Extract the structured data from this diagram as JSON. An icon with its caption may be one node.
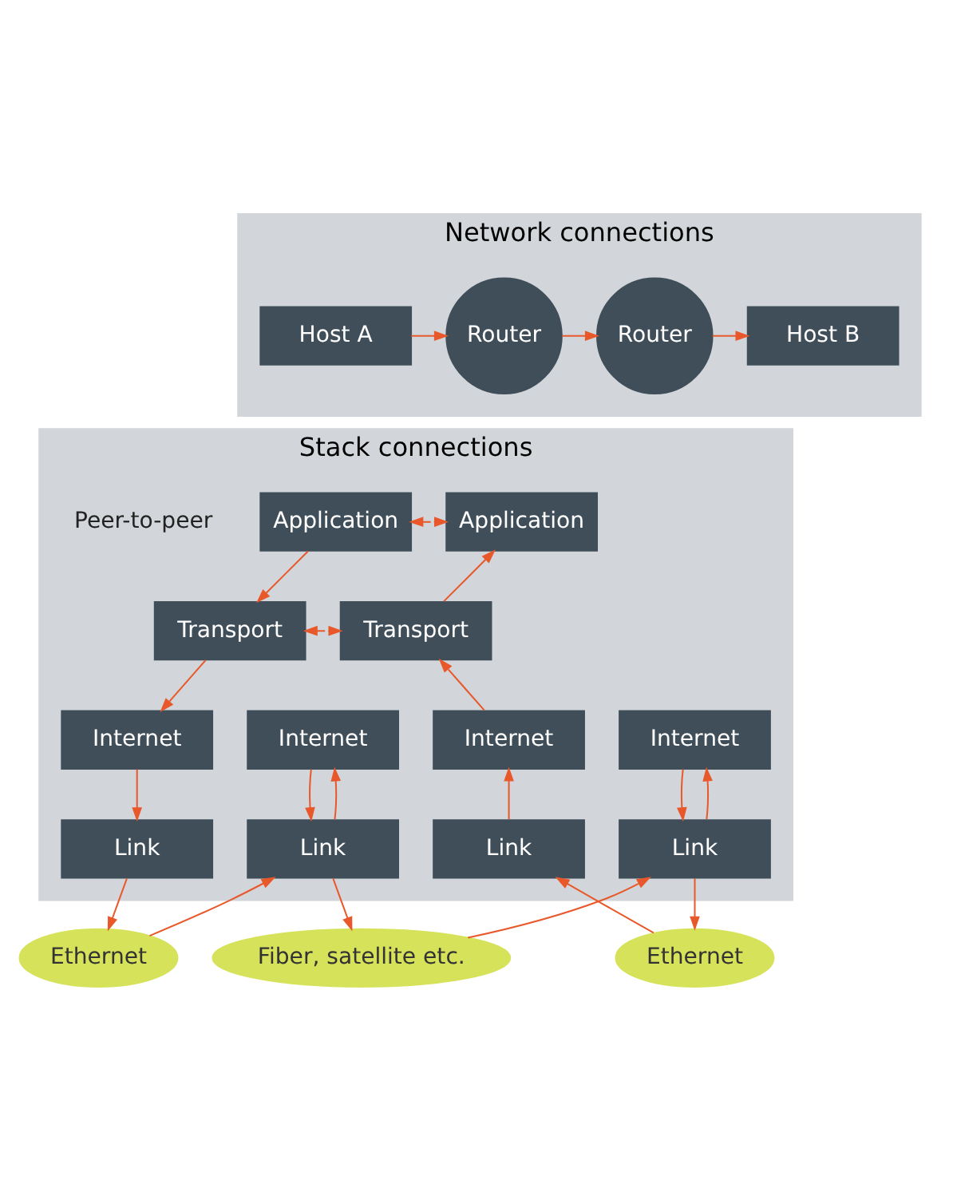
{
  "diagram": {
    "nodes": [
      {
        "text": [
          "Network connections"
        ]
      },
      {
        "text": [
          "Host A"
        ],
        "in": 0
      },
      {
        "text": [
          "Router"
        ],
        "in": 0
      },
      {
        "text": [
          "Router"
        ],
        "in": 0
      },
      {
        "text": [
          "Host B"
        ],
        "in": 0
      },
      {
        "text": [
          "Stack connections"
        ]
      },
      {
        "text": [
          "Application"
        ],
        "in": 5
      },
      {
        "text": [
          "Application"
        ],
        "in": 5
      },
      {
        "text": [
          "Transport"
        ],
        "in": 5
      },
      {
        "text": [
          "Transport"
        ],
        "in": 5
      },
      {
        "text": [
          "Internet"
        ],
        "in": 5
      },
      {
        "text": [
          "Internet"
        ],
        "in": 5
      },
      {
        "text": [
          "Internet"
        ],
        "in": 5
      },
      {
        "text": [
          "Internet"
        ],
        "in": 5
      },
      {
        "text": [
          "Link"
        ],
        "in": 5
      },
      {
        "text": [
          "Link"
        ],
        "in": 5
      },
      {
        "text": [
          "Link"
        ],
        "in": 5
      },
      {
        "text": [
          "Link"
        ],
        "in": 5
      },
      {
        "text": [
          "Ethernet"
        ]
      },
      {
        "text": [
          "Fiber, satellite etc."
        ]
      },
      {
        "text": [
          "Ethernet"
        ]
      }
    ],
    "edges": [
      {
        "from": 1,
        "to": 2,
        "arrow": "to"
      },
      {
        "from": 2,
        "to": 3,
        "arrow": "to"
      },
      {
        "from": 3,
        "to": 4,
        "arrow": "to"
      },
      {
        "from": 6,
        "to": 7,
        "arrow": "both",
        "style": "dashed"
      },
      {
        "from": 8,
        "to": 9,
        "arrow": "both",
        "style": "dashed"
      },
      {
        "from": 6,
        "to": 8,
        "arrow": "to"
      },
      {
        "from": 8,
        "to": 10,
        "arrow": "to"
      },
      {
        "from": 10,
        "to": 14,
        "arrow": "to"
      },
      {
        "from": 14,
        "to": 18,
        "arrow": "to"
      },
      {
        "from": 18,
        "to": 15,
        "arrow": "to"
      },
      {
        "from": 15,
        "to": 11,
        "arrow": "to"
      },
      {
        "from": 11,
        "to": 15,
        "arrow": "to"
      },
      {
        "from": 15,
        "to": 19,
        "arrow": "to"
      },
      {
        "from": 19,
        "to": 16,
        "arrow": "to"
      },
      {
        "from": 16,
        "to": 12,
        "arrow": "to"
      },
      {
        "from": 12,
        "to": 16,
        "arrow": "to"
      },
      {
        "from": 16,
        "to": 20,
        "arrow": "to"
      },
      {
        "from": 20,
        "to": 17,
        "arrow": "to"
      },
      {
        "from": 17,
        "to": 13,
        "arrow": "to"
      },
      {
        "from": 13,
        "to": 9,
        "arrow": "to"
      },
      {
        "from": 9,
        "to": 7,
        "arrow": "to"
      }
    ],
    "labels": [
      "Peer-to-peer"
    ]
  }
}
